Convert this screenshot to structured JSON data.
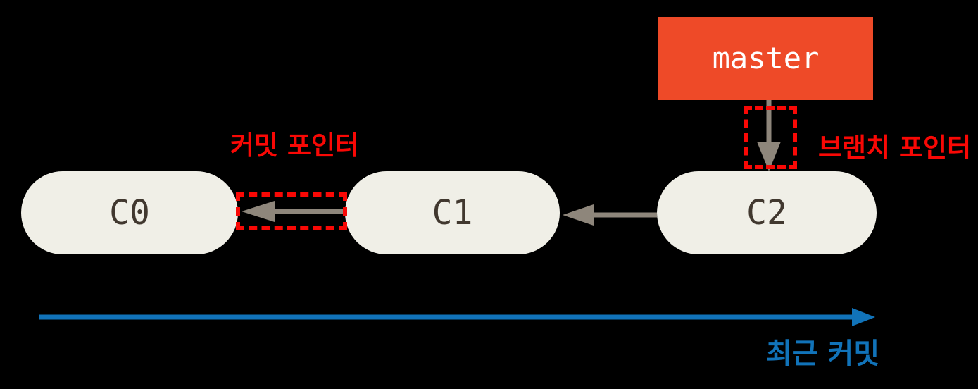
{
  "diagram": {
    "commits": [
      {
        "label": "C0"
      },
      {
        "label": "C1"
      },
      {
        "label": "C2"
      }
    ],
    "branch": {
      "label": "master"
    },
    "annotations": {
      "commit_pointer": "커밋 포인터",
      "branch_pointer": "브랜치 포인터",
      "timeline": "최근 커밋"
    },
    "colors": {
      "background": "#000000",
      "commit_fill": "#F0EFE7",
      "commit_text": "#41382F",
      "branch_fill": "#EE4A28",
      "branch_text": "#FFFFFF",
      "arrow_gray": "#8E867B",
      "annotation_red": "#F90805",
      "timeline_blue": "#1173B9"
    }
  }
}
